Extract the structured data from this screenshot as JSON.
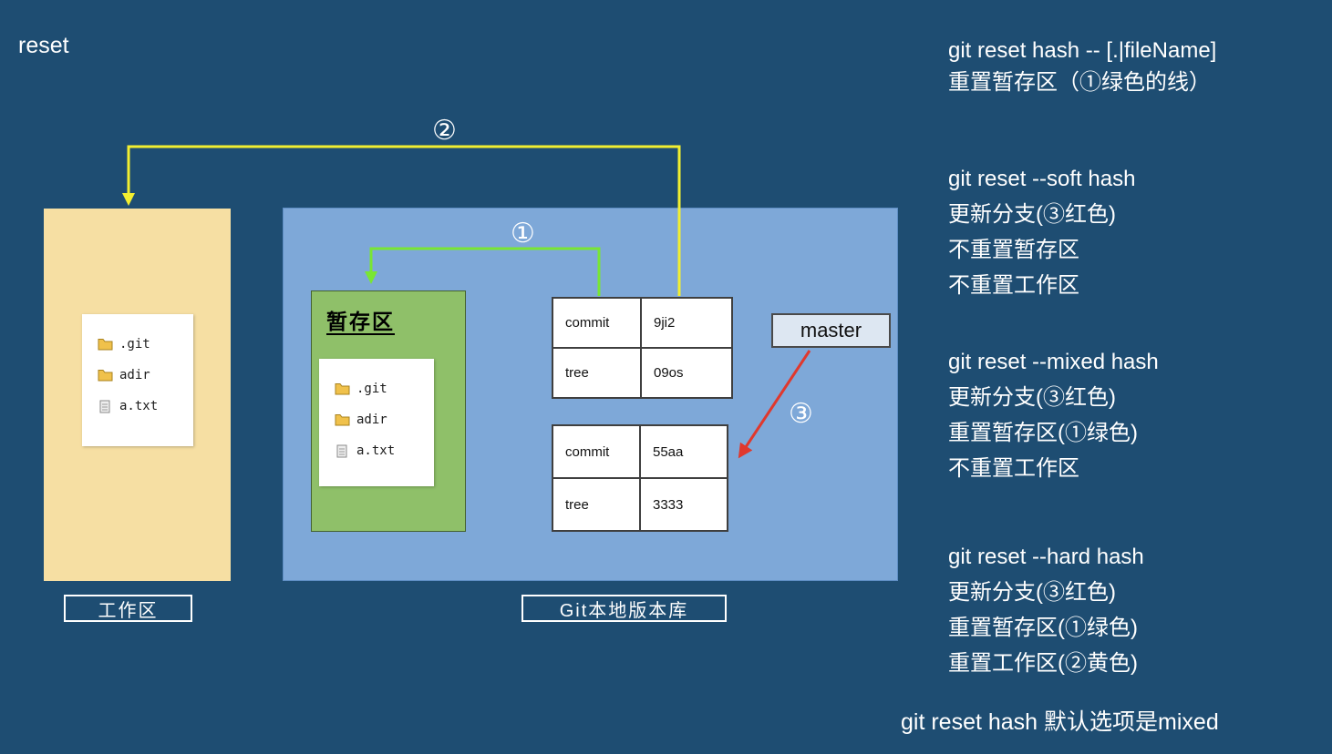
{
  "page": {
    "title": "reset"
  },
  "working_area": {
    "label": "工作区",
    "files": [
      {
        "name": ".git",
        "type": "folder"
      },
      {
        "name": "adir",
        "type": "folder"
      },
      {
        "name": "a.txt",
        "type": "file"
      }
    ]
  },
  "repo": {
    "label": "Git本地版本库",
    "branch": "master",
    "staging": {
      "title": "暂存区",
      "files": [
        {
          "name": ".git",
          "type": "folder"
        },
        {
          "name": "adir",
          "type": "folder"
        },
        {
          "name": "a.txt",
          "type": "file"
        }
      ]
    },
    "tables": [
      {
        "rows": [
          {
            "key": "commit",
            "value": "9ji2"
          },
          {
            "key": "tree",
            "value": "09os"
          }
        ]
      },
      {
        "rows": [
          {
            "key": "commit",
            "value": "55aa"
          },
          {
            "key": "tree",
            "value": "3333"
          }
        ]
      }
    ]
  },
  "markers": {
    "one": "①",
    "two": "②",
    "three": "③"
  },
  "notes": [
    {
      "lines": [
        "git reset hash -- [.|fileName]",
        "重置暂存区（①绿色的线）"
      ]
    },
    {
      "lines": [
        "git reset --soft hash",
        "更新分支(③红色)",
        "不重置暂存区",
        "不重置工作区"
      ]
    },
    {
      "lines": [
        "git reset --mixed hash",
        "更新分支(③红色)",
        "重置暂存区(①绿色)",
        "不重置工作区"
      ]
    },
    {
      "lines": [
        "git reset --hard hash",
        "更新分支(③红色)",
        "重置暂存区(①绿色)",
        "重置工作区(②黄色)"
      ]
    }
  ],
  "footer": "git reset hash 默认选项是mixed",
  "colors": {
    "background": "#1e4d72",
    "working_box": "#f6dfa3",
    "repo_box": "#7ea8d8",
    "staging_box": "#8fc069",
    "line_yellow": "#f2ef30",
    "line_green": "#79e633",
    "arrow_red": "#e0382d",
    "master_box": "#dde7f2"
  }
}
